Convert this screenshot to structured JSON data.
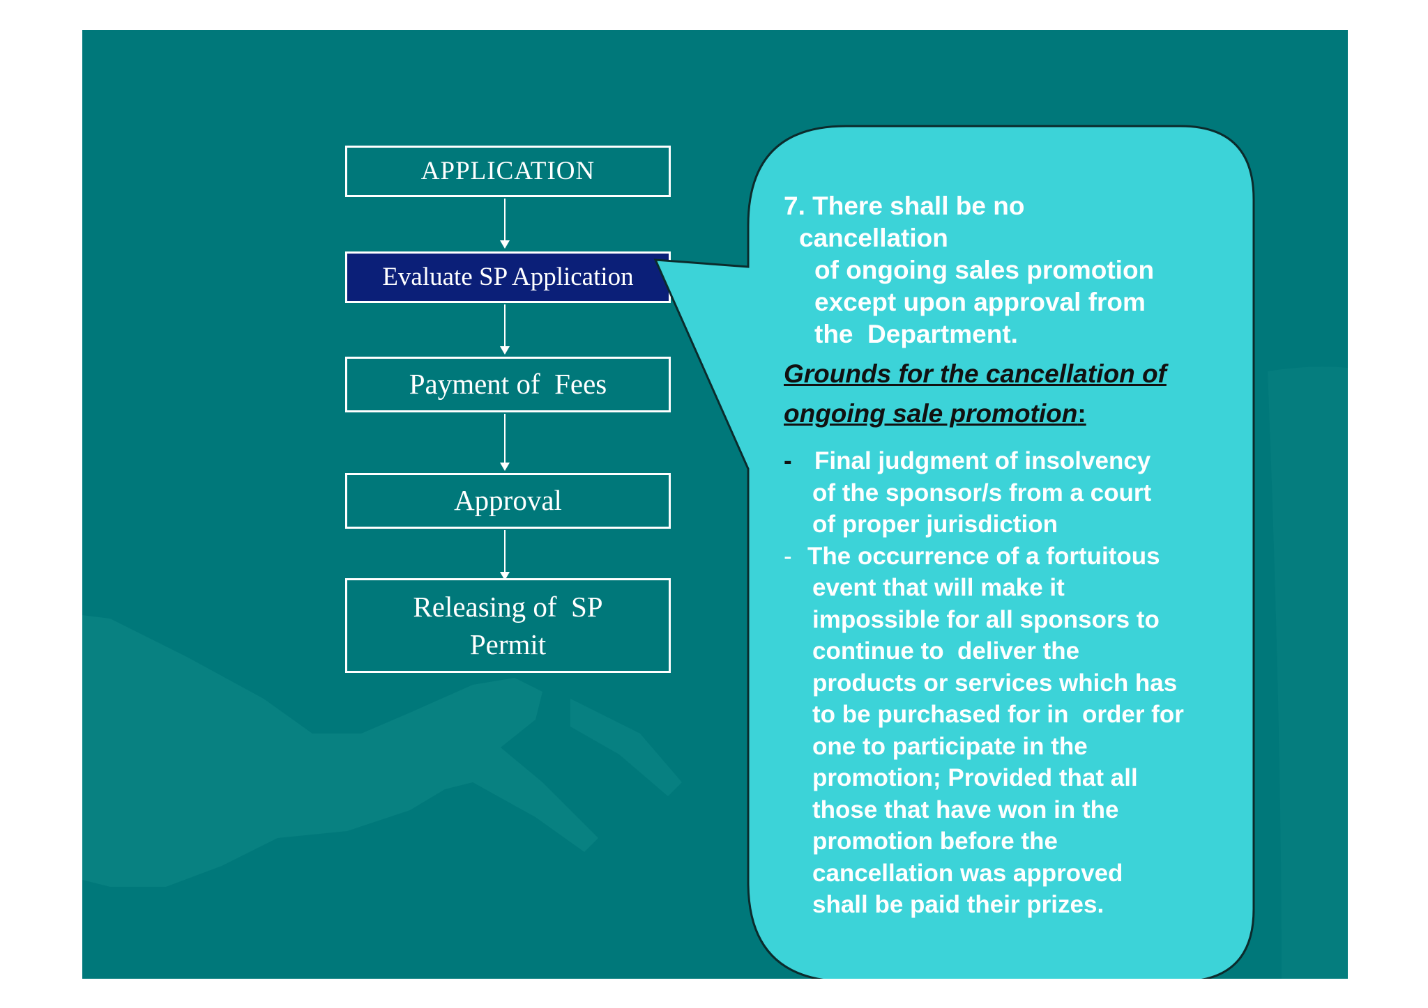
{
  "slide": {
    "background": "#00787a",
    "highlight_color": "#0b1f78",
    "callout_color": "#3cd3d8"
  },
  "flowchart": {
    "steps": [
      "APPLICATION",
      "Evaluate SP Application",
      "Payment of  Fees",
      "Approval",
      "Releasing of  SP Permit"
    ],
    "highlighted_step": "Evaluate SP Application"
  },
  "callout": {
    "rule_number": "7.",
    "rule_line1": "There shall be no",
    "rule_line2": "cancellation",
    "rule_line3": "of ongoing sales promotion",
    "rule_line4": "except upon approval from",
    "rule_line5": "the  Department.",
    "grounds_line1": "Grounds for the cancellation of",
    "grounds_line2": "ongoing sale promotion",
    "grounds_colon": ":",
    "bullets": [
      {
        "dash": "-",
        "lines": [
          "Final judgment of insolvency",
          "of the sponsor/s from a court",
          "of proper jurisdiction"
        ]
      },
      {
        "dash": "-",
        "lines": [
          "The occurrence of a fortuitous",
          "event that will make it",
          "impossible for all sponsors to",
          "continue to  deliver the",
          "products or services which has",
          "to be purchased for in  order for",
          "one to participate in the",
          "promotion; Provided that all",
          "those that have won in the",
          "promotion before the",
          "cancellation was approved",
          "shall be paid their prizes."
        ]
      }
    ]
  }
}
